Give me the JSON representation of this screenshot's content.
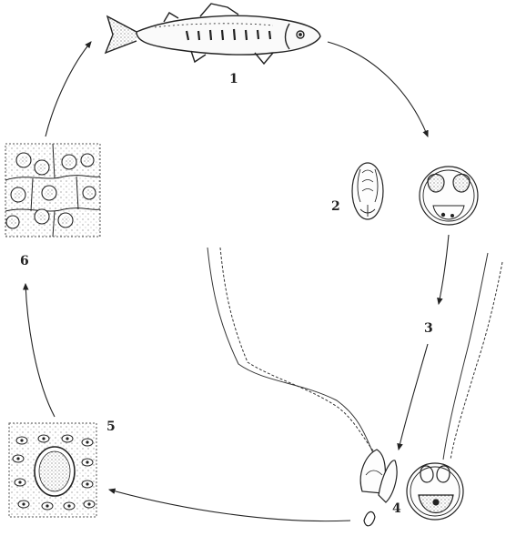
{
  "diagram": {
    "labels": {
      "stage_1": "1",
      "stage_2": "2",
      "stage_3": "3",
      "stage_4": "4",
      "stage_5": "5",
      "stage_6": "6"
    }
  },
  "colors": {
    "ink": "#222222",
    "stipple": "#777777",
    "background": "#ffffff"
  }
}
